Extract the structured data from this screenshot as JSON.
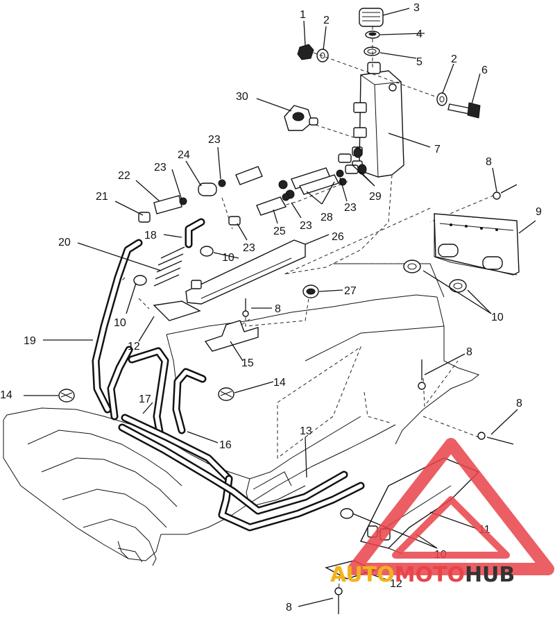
{
  "callouts": [
    {
      "id": "c1",
      "text": "1"
    },
    {
      "id": "c2a",
      "text": "2"
    },
    {
      "id": "c3",
      "text": "3"
    },
    {
      "id": "c4",
      "text": "4"
    },
    {
      "id": "c5",
      "text": "5"
    },
    {
      "id": "c2b",
      "text": "2"
    },
    {
      "id": "c6",
      "text": "6"
    },
    {
      "id": "c30",
      "text": "30"
    },
    {
      "id": "c7",
      "text": "7"
    },
    {
      "id": "c23a",
      "text": "23"
    },
    {
      "id": "c24",
      "text": "24"
    },
    {
      "id": "c23b",
      "text": "23"
    },
    {
      "id": "c22",
      "text": "22"
    },
    {
      "id": "c8a",
      "text": "8"
    },
    {
      "id": "c21",
      "text": "21"
    },
    {
      "id": "c29",
      "text": "29"
    },
    {
      "id": "c28",
      "text": "28"
    },
    {
      "id": "c23c",
      "text": "23"
    },
    {
      "id": "c9",
      "text": "9"
    },
    {
      "id": "c23d",
      "text": "23"
    },
    {
      "id": "c25",
      "text": "25"
    },
    {
      "id": "c23e",
      "text": "23"
    },
    {
      "id": "c18",
      "text": "18"
    },
    {
      "id": "c26",
      "text": "26"
    },
    {
      "id": "c20",
      "text": "20"
    },
    {
      "id": "c10a",
      "text": "10"
    },
    {
      "id": "c27",
      "text": "27"
    },
    {
      "id": "c8b",
      "text": "8"
    },
    {
      "id": "c10b",
      "text": "10"
    },
    {
      "id": "c10c",
      "text": "10"
    },
    {
      "id": "c19",
      "text": "19"
    },
    {
      "id": "c12a",
      "text": "12"
    },
    {
      "id": "c15",
      "text": "15"
    },
    {
      "id": "c8c",
      "text": "8"
    },
    {
      "id": "c14a",
      "text": "14"
    },
    {
      "id": "c14b",
      "text": "14"
    },
    {
      "id": "c17",
      "text": "17"
    },
    {
      "id": "c8d",
      "text": "8"
    },
    {
      "id": "c16",
      "text": "16"
    },
    {
      "id": "c13",
      "text": "13"
    },
    {
      "id": "c11",
      "text": "11"
    },
    {
      "id": "c10d",
      "text": "10"
    },
    {
      "id": "c12b",
      "text": "12"
    },
    {
      "id": "c8e",
      "text": "8"
    }
  ],
  "watermark": {
    "prefix": "AUTO",
    "middle": "MOTO",
    "suffix": "HUB",
    "colors": {
      "logo": "#e8444a",
      "auto": "#f2b21b",
      "hub": "#333333"
    }
  }
}
